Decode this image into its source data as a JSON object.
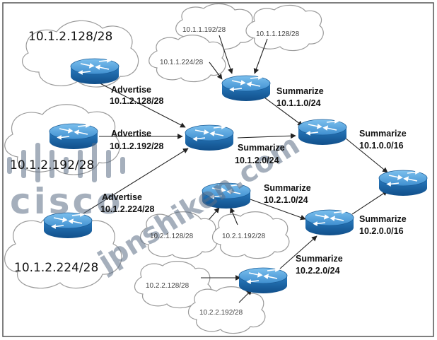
{
  "clouds": {
    "c1": "10.1.2.128/28",
    "c2": "10.1.2.192/28",
    "c3": "10.1.2.224/28",
    "c4": "10.1.1.192/28",
    "c5": "10.1.1.128/28",
    "c6": "10.1.1.224/28",
    "c7": "10.2.1.128/28",
    "c8": "10.2.1.192/28",
    "c9": "10.2.2.128/28",
    "c10": "10.2.2.192/28"
  },
  "labels": {
    "adv1_a": "Advertise",
    "adv1_b": "10.1.2.128/28",
    "adv2_a": "Advertise",
    "adv2_b": "10.1.2.192/28",
    "adv3_a": "Advertise",
    "adv3_b": "10.1.2.224/28",
    "sum1_a": "Summarize",
    "sum1_b": "10.1.1.0/24",
    "sum2_a": "Summarize",
    "sum2_b": "10.1.2.0/24",
    "sum3_a": "Summarize",
    "sum3_b": "10.1.0.0/16",
    "sum4_a": "Summarize",
    "sum4_b": "10.2.1.0/24",
    "sum5_a": "Summarize",
    "sum5_b": "10.2.0.0/16",
    "sum6_a": "Summarize",
    "sum6_b": "10.2.2.0/24"
  },
  "watermark": {
    "brand": "cisco",
    "site": "jpnshiken.com"
  },
  "colors": {
    "router_body": "#1d6fb5",
    "router_top": "#5aa8e0",
    "watermark": "#5d6f87"
  }
}
